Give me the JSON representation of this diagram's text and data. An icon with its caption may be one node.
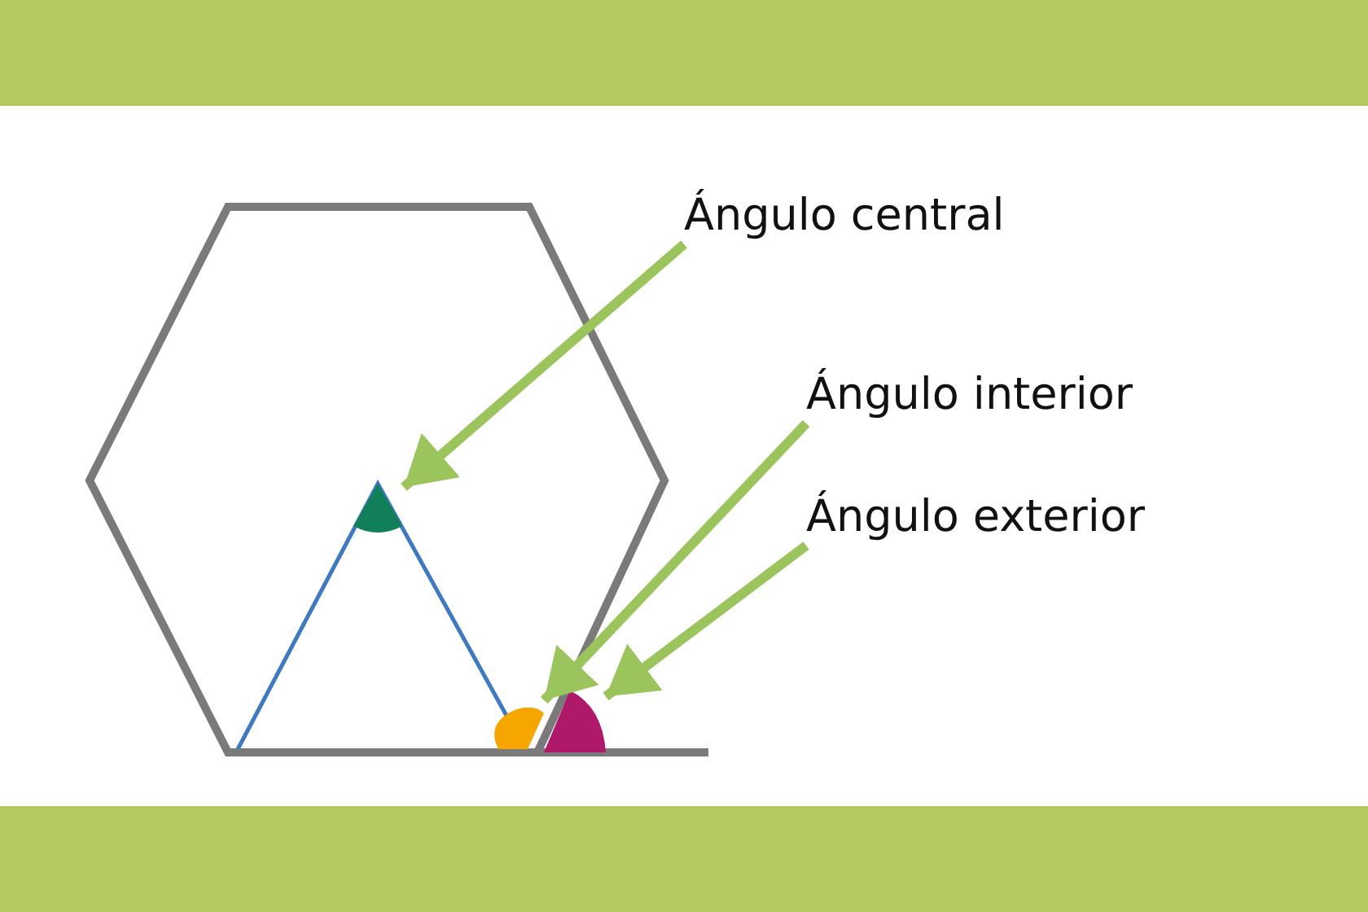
{
  "diagram": {
    "nodes": [
      {
        "text": [
          "Ángulo central"
        ]
      },
      {
        "text": [
          "Ángulo interior"
        ]
      },
      {
        "text": [
          "Ángulo exterior"
        ]
      },
      {
        "text": [],
        "shape": "sector"
      },
      {
        "text": [],
        "shape": "sector"
      },
      {
        "text": [],
        "shape": "sector"
      }
    ],
    "edges": [
      {
        "from": 0,
        "to": 3,
        "arrow": "to"
      },
      {
        "from": 1,
        "to": 4,
        "arrow": "to"
      },
      {
        "from": 2,
        "to": 5,
        "arrow": "to"
      }
    ]
  }
}
